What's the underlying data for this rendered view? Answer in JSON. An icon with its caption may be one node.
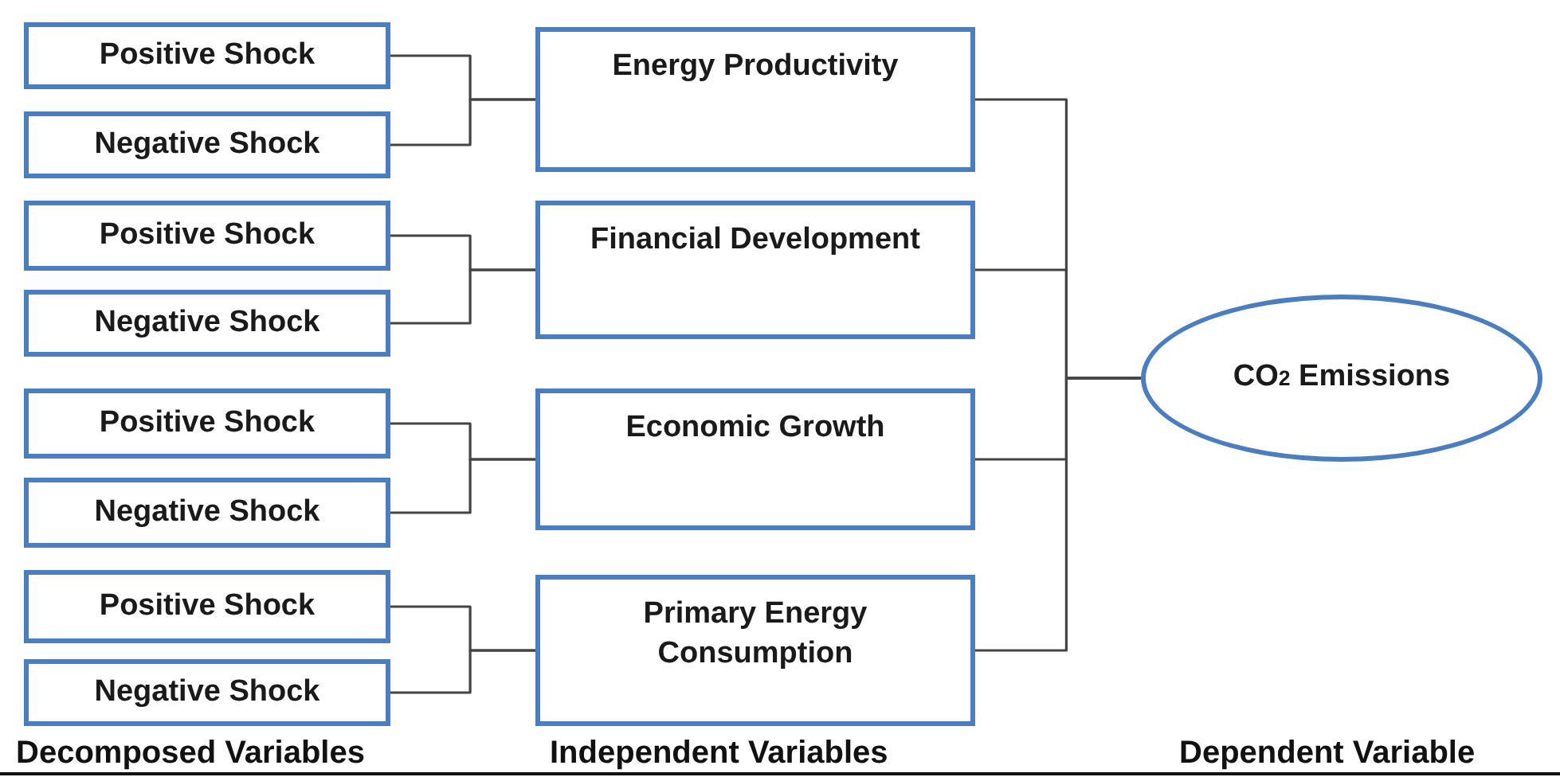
{
  "diagram": {
    "nodes": [
      {
        "text": [
          "Positive Shock"
        ]
      },
      {
        "text": [
          "Negative Shock"
        ]
      },
      {
        "text": [
          "Positive Shock"
        ]
      },
      {
        "text": [
          "Negative Shock"
        ]
      },
      {
        "text": [
          "Positive Shock"
        ]
      },
      {
        "text": [
          "Negative Shock"
        ]
      },
      {
        "text": [
          "Positive Shock"
        ]
      },
      {
        "text": [
          "Negative Shock"
        ]
      },
      {
        "text": [
          "Energy Productivity"
        ]
      },
      {
        "text": [
          "Financial Development"
        ]
      },
      {
        "text": [
          "Economic Growth"
        ]
      },
      {
        "text": [
          "Primary Energy Consumption"
        ]
      },
      {
        "text": [
          "CO$_{2}$ Emissions"
        ]
      }
    ],
    "edges": [
      {
        "from": 0,
        "to": 8,
        "arrow": "none"
      },
      {
        "from": 1,
        "to": 8,
        "arrow": "none"
      },
      {
        "from": 2,
        "to": 9,
        "arrow": "none"
      },
      {
        "from": 3,
        "to": 9,
        "arrow": "none"
      },
      {
        "from": 4,
        "to": 10,
        "arrow": "none"
      },
      {
        "from": 5,
        "to": 10,
        "arrow": "none"
      },
      {
        "from": 6,
        "to": 11,
        "arrow": "none"
      },
      {
        "from": 7,
        "to": 11,
        "arrow": "none"
      },
      {
        "from": 8,
        "to": 12,
        "arrow": "none"
      },
      {
        "from": 9,
        "to": 12,
        "arrow": "none"
      },
      {
        "from": 10,
        "to": 12,
        "arrow": "none"
      },
      {
        "from": 11,
        "to": 12,
        "arrow": "none"
      }
    ],
    "labels": [
      "Decomposed Variables",
      "Independent Variables",
      "Dependent Variable"
    ]
  }
}
